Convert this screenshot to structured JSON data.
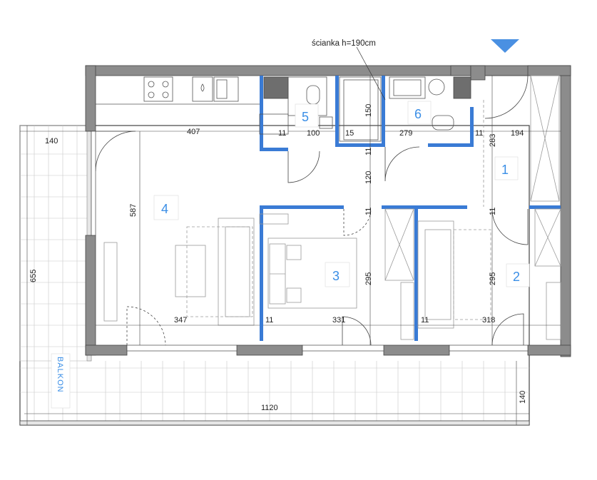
{
  "note": "ścianka h=190cm",
  "balcony_label": "BALKON",
  "rooms": [
    {
      "id": "room-1",
      "label": "1"
    },
    {
      "id": "room-2",
      "label": "2"
    },
    {
      "id": "room-3",
      "label": "3"
    },
    {
      "id": "room-4",
      "label": "4"
    },
    {
      "id": "room-5",
      "label": "5"
    },
    {
      "id": "room-6",
      "label": "6"
    }
  ],
  "dimensions": {
    "balcony_depth_top": "140",
    "balcony_height": "655",
    "balcony_width": "1120",
    "balcony_depth_bottom": "140",
    "living_width": "407",
    "living_depth": "587",
    "living_lower_width": "347",
    "wall_kitchen": "11",
    "wc_width": "100",
    "wc_wall": "15",
    "wc_depth": "150",
    "bath_width": "279",
    "bath_wall": "11",
    "hall_width": "194",
    "hall_depth": "283",
    "hall_mid_wall": "11",
    "corridor_width": "120",
    "corridor_wall": "11",
    "hall_right_wall": "11",
    "bed3_depth": "295",
    "bed3_wall": "11",
    "bed3_width": "331",
    "bed2_depth": "295",
    "bed2_wall": "11",
    "bed2_width": "318"
  },
  "colors": {
    "wall": "#8c8c8c",
    "partition": "#3a7bd5",
    "label": "#3a8ee6",
    "line": "#9a9a9a"
  }
}
